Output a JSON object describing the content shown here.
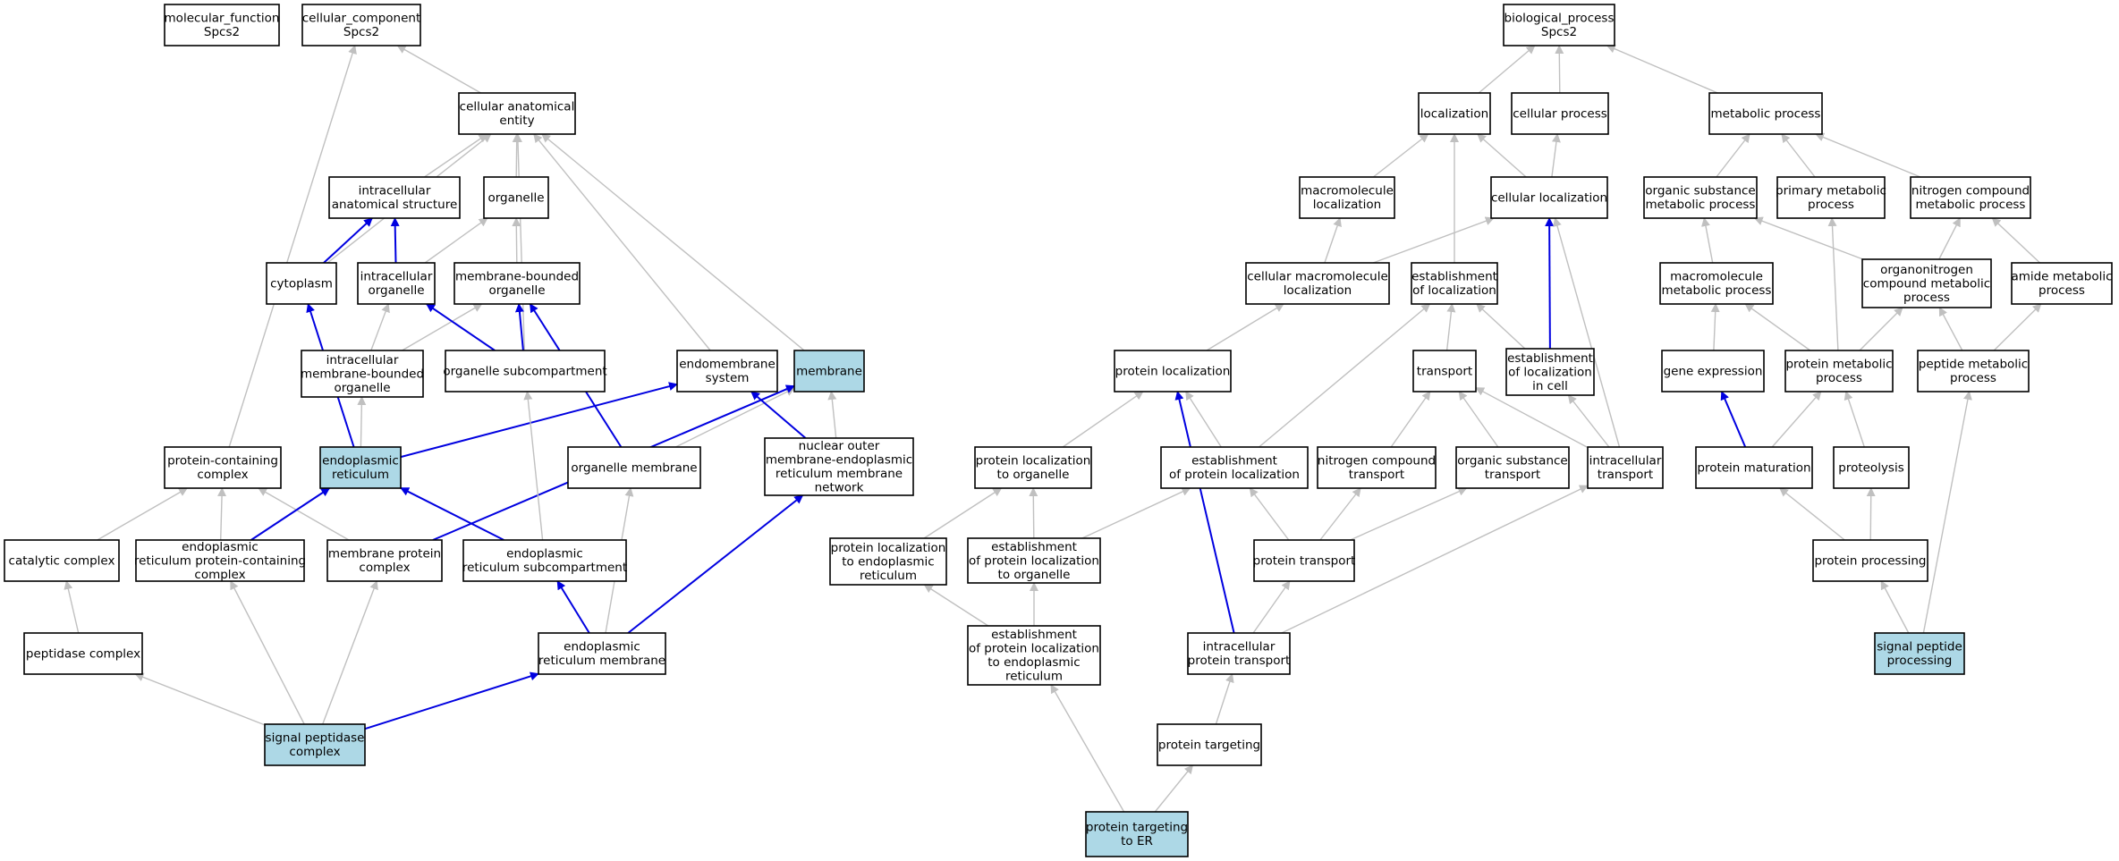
{
  "nodes": [
    {
      "id": "molecular_function",
      "lines": [
        "molecular_function",
        "Spcs2"
      ],
      "highlight": false
    },
    {
      "id": "cellular_component",
      "lines": [
        "cellular_component",
        "Spcs2"
      ],
      "highlight": false
    },
    {
      "id": "biological_process",
      "lines": [
        "biological_process",
        "Spcs2"
      ],
      "highlight": false
    },
    {
      "id": "cellular_anatomical_entity",
      "lines": [
        "cellular anatomical",
        "entity"
      ],
      "highlight": false
    },
    {
      "id": "intracellular_anatomical_structure",
      "lines": [
        "intracellular",
        "anatomical structure"
      ],
      "highlight": false
    },
    {
      "id": "organelle",
      "lines": [
        "organelle"
      ],
      "highlight": false
    },
    {
      "id": "cytoplasm",
      "lines": [
        "cytoplasm"
      ],
      "highlight": false
    },
    {
      "id": "intracellular_organelle",
      "lines": [
        "intracellular",
        "organelle"
      ],
      "highlight": false
    },
    {
      "id": "membrane_bounded_organelle",
      "lines": [
        "membrane-bounded",
        "organelle"
      ],
      "highlight": false
    },
    {
      "id": "intracellular_membrane_bounded_organelle",
      "lines": [
        "intracellular",
        "membrane-bounded",
        "organelle"
      ],
      "highlight": false
    },
    {
      "id": "organelle_subcompartment",
      "lines": [
        "organelle subcompartment"
      ],
      "highlight": false
    },
    {
      "id": "endomembrane_system",
      "lines": [
        "endomembrane",
        "system"
      ],
      "highlight": false
    },
    {
      "id": "membrane",
      "lines": [
        "membrane"
      ],
      "highlight": true
    },
    {
      "id": "protein_containing_complex",
      "lines": [
        "protein-containing",
        "complex"
      ],
      "highlight": false
    },
    {
      "id": "endoplasmic_reticulum",
      "lines": [
        "endoplasmic",
        "reticulum"
      ],
      "highlight": true
    },
    {
      "id": "organelle_membrane",
      "lines": [
        "organelle membrane"
      ],
      "highlight": false
    },
    {
      "id": "nuclear_outer_membrane_er_network",
      "lines": [
        "nuclear outer",
        "membrane-endoplasmic",
        "reticulum membrane",
        "network"
      ],
      "highlight": false
    },
    {
      "id": "catalytic_complex",
      "lines": [
        "catalytic complex"
      ],
      "highlight": false
    },
    {
      "id": "er_protein_containing_complex",
      "lines": [
        "endoplasmic",
        "reticulum protein-containing",
        "complex"
      ],
      "highlight": false
    },
    {
      "id": "membrane_protein_complex",
      "lines": [
        "membrane protein",
        "complex"
      ],
      "highlight": false
    },
    {
      "id": "er_subcompartment",
      "lines": [
        "endoplasmic",
        "reticulum subcompartment"
      ],
      "highlight": false
    },
    {
      "id": "peptidase_complex",
      "lines": [
        "peptidase complex"
      ],
      "highlight": false
    },
    {
      "id": "er_membrane",
      "lines": [
        "endoplasmic",
        "reticulum membrane"
      ],
      "highlight": false
    },
    {
      "id": "signal_peptidase_complex",
      "lines": [
        "signal peptidase",
        "complex"
      ],
      "highlight": true
    },
    {
      "id": "localization",
      "lines": [
        "localization"
      ],
      "highlight": false
    },
    {
      "id": "cellular_process",
      "lines": [
        "cellular process"
      ],
      "highlight": false
    },
    {
      "id": "metabolic_process",
      "lines": [
        "metabolic process"
      ],
      "highlight": false
    },
    {
      "id": "macromolecule_localization",
      "lines": [
        "macromolecule",
        "localization"
      ],
      "highlight": false
    },
    {
      "id": "cellular_localization",
      "lines": [
        "cellular localization"
      ],
      "highlight": false
    },
    {
      "id": "organic_substance_metabolic_process",
      "lines": [
        "organic substance",
        "metabolic process"
      ],
      "highlight": false
    },
    {
      "id": "primary_metabolic_process",
      "lines": [
        "primary metabolic",
        "process"
      ],
      "highlight": false
    },
    {
      "id": "nitrogen_compound_metabolic_process",
      "lines": [
        "nitrogen compound",
        "metabolic process"
      ],
      "highlight": false
    },
    {
      "id": "cellular_macromolecule_localization",
      "lines": [
        "cellular macromolecule",
        "localization"
      ],
      "highlight": false
    },
    {
      "id": "establishment_of_localization",
      "lines": [
        "establishment",
        "of localization"
      ],
      "highlight": false
    },
    {
      "id": "macromolecule_metabolic_process",
      "lines": [
        "macromolecule",
        "metabolic process"
      ],
      "highlight": false
    },
    {
      "id": "organonitrogen_compound_metabolic_process",
      "lines": [
        "organonitrogen",
        "compound metabolic",
        "process"
      ],
      "highlight": false
    },
    {
      "id": "amide_metabolic_process",
      "lines": [
        "amide metabolic",
        "process"
      ],
      "highlight": false
    },
    {
      "id": "protein_localization",
      "lines": [
        "protein localization"
      ],
      "highlight": false
    },
    {
      "id": "transport",
      "lines": [
        "transport"
      ],
      "highlight": false
    },
    {
      "id": "establishment_of_localization_in_cell",
      "lines": [
        "establishment",
        "of localization",
        "in cell"
      ],
      "highlight": false
    },
    {
      "id": "gene_expression",
      "lines": [
        "gene expression"
      ],
      "highlight": false
    },
    {
      "id": "protein_metabolic_process",
      "lines": [
        "protein metabolic",
        "process"
      ],
      "highlight": false
    },
    {
      "id": "peptide_metabolic_process",
      "lines": [
        "peptide metabolic",
        "process"
      ],
      "highlight": false
    },
    {
      "id": "protein_localization_to_organelle",
      "lines": [
        "protein localization",
        "to organelle"
      ],
      "highlight": false
    },
    {
      "id": "establishment_of_protein_localization",
      "lines": [
        "establishment",
        "of protein localization"
      ],
      "highlight": false
    },
    {
      "id": "nitrogen_compound_transport",
      "lines": [
        "nitrogen compound",
        "transport"
      ],
      "highlight": false
    },
    {
      "id": "organic_substance_transport",
      "lines": [
        "organic substance",
        "transport"
      ],
      "highlight": false
    },
    {
      "id": "intracellular_transport",
      "lines": [
        "intracellular",
        "transport"
      ],
      "highlight": false
    },
    {
      "id": "protein_maturation",
      "lines": [
        "protein maturation"
      ],
      "highlight": false
    },
    {
      "id": "proteolysis",
      "lines": [
        "proteolysis"
      ],
      "highlight": false
    },
    {
      "id": "protein_localization_to_er",
      "lines": [
        "protein localization",
        "to endoplasmic",
        "reticulum"
      ],
      "highlight": false
    },
    {
      "id": "establishment_of_protein_localization_to_organelle",
      "lines": [
        "establishment",
        "of protein localization",
        "to organelle"
      ],
      "highlight": false
    },
    {
      "id": "protein_transport",
      "lines": [
        "protein transport"
      ],
      "highlight": false
    },
    {
      "id": "protein_processing",
      "lines": [
        "protein processing"
      ],
      "highlight": false
    },
    {
      "id": "establishment_of_protein_localization_to_er",
      "lines": [
        "establishment",
        "of protein localization",
        "to endoplasmic",
        "reticulum"
      ],
      "highlight": false
    },
    {
      "id": "intracellular_protein_transport",
      "lines": [
        "intracellular",
        "protein transport"
      ],
      "highlight": false
    },
    {
      "id": "signal_peptide_processing",
      "lines": [
        "signal peptide",
        "processing"
      ],
      "highlight": true
    },
    {
      "id": "protein_targeting",
      "lines": [
        "protein targeting"
      ],
      "highlight": false
    },
    {
      "id": "protein_targeting_to_er",
      "lines": [
        "protein targeting",
        "to ER"
      ],
      "highlight": true
    }
  ],
  "edges": [
    {
      "from": "cellular_anatomical_entity",
      "to": "cellular_component",
      "color": "gray"
    },
    {
      "from": "protein_containing_complex",
      "to": "cellular_component",
      "color": "gray"
    },
    {
      "from": "intracellular_anatomical_structure",
      "to": "cellular_anatomical_entity",
      "color": "gray"
    },
    {
      "from": "organelle",
      "to": "cellular_anatomical_entity",
      "color": "gray"
    },
    {
      "from": "cytoplasm",
      "to": "cellular_anatomical_entity",
      "color": "gray"
    },
    {
      "from": "endomembrane_system",
      "to": "cellular_anatomical_entity",
      "color": "gray"
    },
    {
      "from": "membrane",
      "to": "cellular_anatomical_entity",
      "color": "gray"
    },
    {
      "from": "organelle_subcompartment",
      "to": "cellular_anatomical_entity",
      "color": "gray"
    },
    {
      "from": "cytoplasm",
      "to": "intracellular_anatomical_structure",
      "color": "blue"
    },
    {
      "from": "intracellular_organelle",
      "to": "intracellular_anatomical_structure",
      "color": "blue"
    },
    {
      "from": "intracellular_organelle",
      "to": "organelle",
      "color": "gray"
    },
    {
      "from": "membrane_bounded_organelle",
      "to": "organelle",
      "color": "gray"
    },
    {
      "from": "intracellular_membrane_bounded_organelle",
      "to": "intracellular_organelle",
      "color": "gray"
    },
    {
      "from": "intracellular_membrane_bounded_organelle",
      "to": "membrane_bounded_organelle",
      "color": "gray"
    },
    {
      "from": "organelle_subcompartment",
      "to": "intracellular_organelle",
      "color": "blue"
    },
    {
      "from": "organelle_subcompartment",
      "to": "membrane_bounded_organelle",
      "color": "blue"
    },
    {
      "from": "organelle_membrane",
      "to": "membrane_bounded_organelle",
      "color": "blue"
    },
    {
      "from": "endoplasmic_reticulum",
      "to": "intracellular_membrane_bounded_organelle",
      "color": "gray"
    },
    {
      "from": "endoplasmic_reticulum",
      "to": "cytoplasm",
      "color": "blue"
    },
    {
      "from": "endoplasmic_reticulum",
      "to": "endomembrane_system",
      "color": "blue"
    },
    {
      "from": "organelle_membrane",
      "to": "membrane",
      "color": "gray"
    },
    {
      "from": "nuclear_outer_membrane_er_network",
      "to": "endomembrane_system",
      "color": "blue"
    },
    {
      "from": "nuclear_outer_membrane_er_network",
      "to": "membrane",
      "color": "gray"
    },
    {
      "from": "catalytic_complex",
      "to": "protein_containing_complex",
      "color": "gray"
    },
    {
      "from": "er_protein_containing_complex",
      "to": "protein_containing_complex",
      "color": "gray"
    },
    {
      "from": "membrane_protein_complex",
      "to": "protein_containing_complex",
      "color": "gray"
    },
    {
      "from": "er_protein_containing_complex",
      "to": "endoplasmic_reticulum",
      "color": "blue"
    },
    {
      "from": "er_subcompartment",
      "to": "endoplasmic_reticulum",
      "color": "blue"
    },
    {
      "from": "membrane_protein_complex",
      "to": "membrane",
      "color": "blue"
    },
    {
      "from": "er_subcompartment",
      "to": "organelle_subcompartment",
      "color": "gray"
    },
    {
      "from": "peptidase_complex",
      "to": "catalytic_complex",
      "color": "gray"
    },
    {
      "from": "er_membrane",
      "to": "er_subcompartment",
      "color": "blue"
    },
    {
      "from": "er_membrane",
      "to": "organelle_membrane",
      "color": "gray"
    },
    {
      "from": "er_membrane",
      "to": "nuclear_outer_membrane_er_network",
      "color": "blue"
    },
    {
      "from": "signal_peptidase_complex",
      "to": "peptidase_complex",
      "color": "gray"
    },
    {
      "from": "signal_peptidase_complex",
      "to": "er_protein_containing_complex",
      "color": "gray"
    },
    {
      "from": "signal_peptidase_complex",
      "to": "membrane_protein_complex",
      "color": "gray"
    },
    {
      "from": "signal_peptidase_complex",
      "to": "er_membrane",
      "color": "blue"
    },
    {
      "from": "localization",
      "to": "biological_process",
      "color": "gray"
    },
    {
      "from": "cellular_process",
      "to": "biological_process",
      "color": "gray"
    },
    {
      "from": "metabolic_process",
      "to": "biological_process",
      "color": "gray"
    },
    {
      "from": "macromolecule_localization",
      "to": "localization",
      "color": "gray"
    },
    {
      "from": "cellular_localization",
      "to": "localization",
      "color": "gray"
    },
    {
      "from": "establishment_of_localization",
      "to": "localization",
      "color": "gray"
    },
    {
      "from": "cellular_localization",
      "to": "cellular_process",
      "color": "gray"
    },
    {
      "from": "organic_substance_metabolic_process",
      "to": "metabolic_process",
      "color": "gray"
    },
    {
      "from": "primary_metabolic_process",
      "to": "metabolic_process",
      "color": "gray"
    },
    {
      "from": "nitrogen_compound_metabolic_process",
      "to": "metabolic_process",
      "color": "gray"
    },
    {
      "from": "cellular_macromolecule_localization",
      "to": "macromolecule_localization",
      "color": "gray"
    },
    {
      "from": "cellular_macromolecule_localization",
      "to": "cellular_localization",
      "color": "gray"
    },
    {
      "from": "establishment_of_localization_in_cell",
      "to": "cellular_localization",
      "color": "blue"
    },
    {
      "from": "intracellular_transport",
      "to": "cellular_localization",
      "color": "gray"
    },
    {
      "from": "macromolecule_metabolic_process",
      "to": "organic_substance_metabolic_process",
      "color": "gray"
    },
    {
      "from": "organonitrogen_compound_metabolic_process",
      "to": "organic_substance_metabolic_process",
      "color": "gray"
    },
    {
      "from": "organonitrogen_compound_metabolic_process",
      "to": "nitrogen_compound_metabolic_process",
      "color": "gray"
    },
    {
      "from": "amide_metabolic_process",
      "to": "nitrogen_compound_metabolic_process",
      "color": "gray"
    },
    {
      "from": "protein_localization",
      "to": "cellular_macromolecule_localization",
      "color": "gray"
    },
    {
      "from": "transport",
      "to": "establishment_of_localization",
      "color": "gray"
    },
    {
      "from": "establishment_of_localization_in_cell",
      "to": "establishment_of_localization",
      "color": "gray"
    },
    {
      "from": "establishment_of_protein_localization",
      "to": "establishment_of_localization",
      "color": "gray"
    },
    {
      "from": "gene_expression",
      "to": "macromolecule_metabolic_process",
      "color": "gray"
    },
    {
      "from": "protein_metabolic_process",
      "to": "macromolecule_metabolic_process",
      "color": "gray"
    },
    {
      "from": "protein_metabolic_process",
      "to": "organonitrogen_compound_metabolic_process",
      "color": "gray"
    },
    {
      "from": "protein_metabolic_process",
      "to": "primary_metabolic_process",
      "color": "gray"
    },
    {
      "from": "peptide_metabolic_process",
      "to": "organonitrogen_compound_metabolic_process",
      "color": "gray"
    },
    {
      "from": "peptide_metabolic_process",
      "to": "amide_metabolic_process",
      "color": "gray"
    },
    {
      "from": "protein_localization_to_organelle",
      "to": "protein_localization",
      "color": "gray"
    },
    {
      "from": "establishment_of_protein_localization",
      "to": "protein_localization",
      "color": "gray"
    },
    {
      "from": "intracellular_protein_transport",
      "to": "protein_localization",
      "color": "blue"
    },
    {
      "from": "nitrogen_compound_transport",
      "to": "transport",
      "color": "gray"
    },
    {
      "from": "organic_substance_transport",
      "to": "transport",
      "color": "gray"
    },
    {
      "from": "intracellular_transport",
      "to": "transport",
      "color": "gray"
    },
    {
      "from": "intracellular_transport",
      "to": "establishment_of_localization_in_cell",
      "color": "gray"
    },
    {
      "from": "protein_maturation",
      "to": "gene_expression",
      "color": "blue"
    },
    {
      "from": "protein_maturation",
      "to": "protein_metabolic_process",
      "color": "gray"
    },
    {
      "from": "proteolysis",
      "to": "protein_metabolic_process",
      "color": "gray"
    },
    {
      "from": "signal_peptide_processing",
      "to": "peptide_metabolic_process",
      "color": "gray"
    },
    {
      "from": "protein_localization_to_er",
      "to": "protein_localization_to_organelle",
      "color": "gray"
    },
    {
      "from": "establishment_of_protein_localization_to_organelle",
      "to": "protein_localization_to_organelle",
      "color": "gray"
    },
    {
      "from": "establishment_of_protein_localization_to_organelle",
      "to": "establishment_of_protein_localization",
      "color": "gray"
    },
    {
      "from": "protein_transport",
      "to": "establishment_of_protein_localization",
      "color": "gray"
    },
    {
      "from": "protein_transport",
      "to": "nitrogen_compound_transport",
      "color": "gray"
    },
    {
      "from": "protein_transport",
      "to": "organic_substance_transport",
      "color": "gray"
    },
    {
      "from": "protein_processing",
      "to": "protein_maturation",
      "color": "gray"
    },
    {
      "from": "protein_processing",
      "to": "proteolysis",
      "color": "gray"
    },
    {
      "from": "establishment_of_protein_localization_to_er",
      "to": "protein_localization_to_er",
      "color": "gray"
    },
    {
      "from": "establishment_of_protein_localization_to_er",
      "to": "establishment_of_protein_localization_to_organelle",
      "color": "gray"
    },
    {
      "from": "intracellular_protein_transport",
      "to": "protein_transport",
      "color": "gray"
    },
    {
      "from": "intracellular_protein_transport",
      "to": "intracellular_transport",
      "color": "gray"
    },
    {
      "from": "signal_peptide_processing",
      "to": "protein_processing",
      "color": "gray"
    },
    {
      "from": "protein_targeting",
      "to": "intracellular_protein_transport",
      "color": "gray"
    },
    {
      "from": "protein_targeting_to_er",
      "to": "protein_targeting",
      "color": "gray"
    },
    {
      "from": "protein_targeting_to_er",
      "to": "establishment_of_protein_localization_to_er",
      "color": "gray"
    }
  ]
}
